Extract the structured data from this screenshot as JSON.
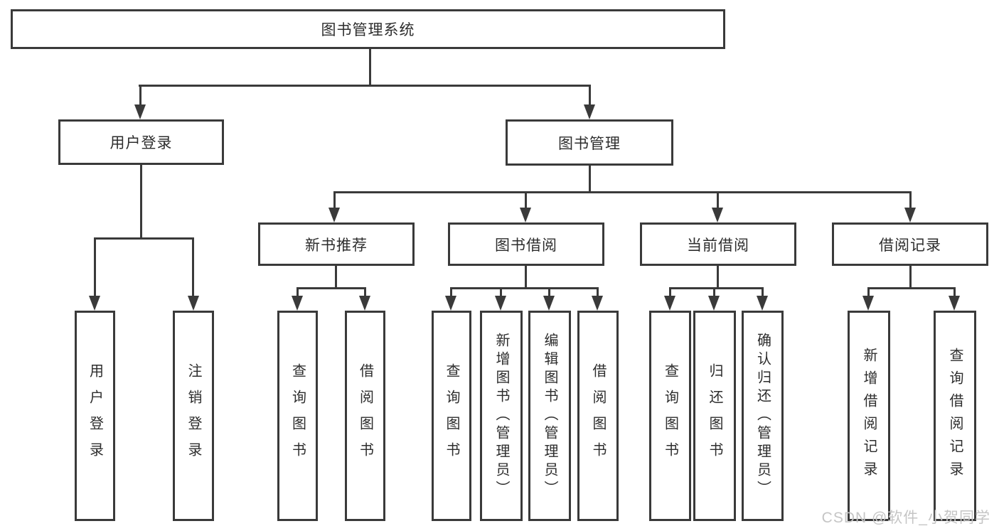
{
  "diagram": {
    "title_note": "functional structure tree of a library management system",
    "root": {
      "label": "图书管理系统"
    },
    "level2": [
      {
        "id": "user-login",
        "label": "用户登录"
      },
      {
        "id": "book-management",
        "label": "图书管理"
      }
    ],
    "level3": [
      {
        "id": "new-book-recommend",
        "label": "新书推荐"
      },
      {
        "id": "book-borrow",
        "label": "图书借阅"
      },
      {
        "id": "current-borrow",
        "label": "当前借阅"
      },
      {
        "id": "borrow-records",
        "label": "借阅记录"
      }
    ],
    "leaves": {
      "user_login": [
        "用户登录",
        "注销登录"
      ],
      "new_book_recommend": [
        "查询图书",
        "借阅图书"
      ],
      "book_borrow": [
        "查询图书",
        "新增图书（管理员）",
        "编辑图书（管理员）",
        "借阅图书"
      ],
      "current_borrow": [
        "查询图书",
        "归还图书",
        "确认归还（管理员）"
      ],
      "borrow_records": [
        "新增借阅记录",
        "查询借阅记录"
      ]
    }
  },
  "watermark": {
    "text": "CSDN @软件_小贺同学"
  },
  "colors": {
    "line": "#3a3a3a",
    "text": "#2d2d2d",
    "watermark_text": "#c5c5c5",
    "background": "#ffffff"
  }
}
